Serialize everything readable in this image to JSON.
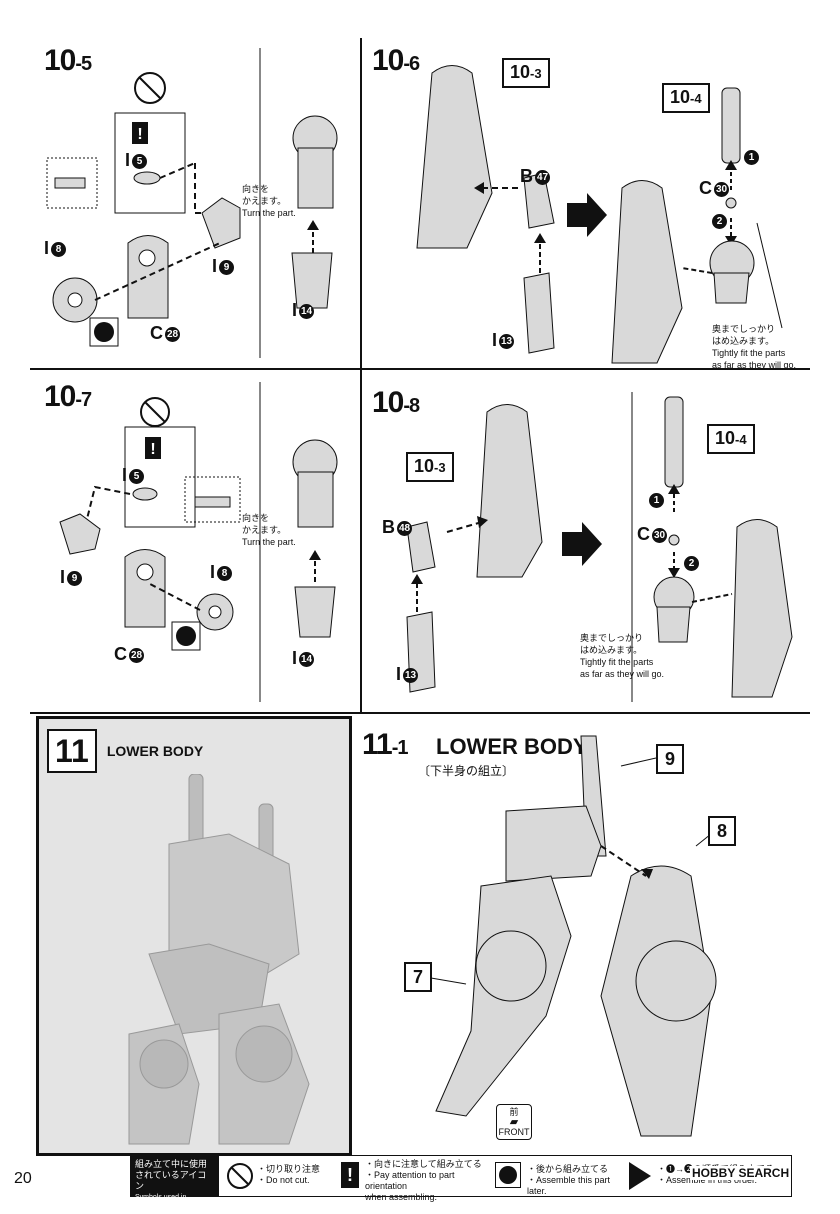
{
  "steps": {
    "s10_5": {
      "num": "10",
      "sub": "-5"
    },
    "s10_6": {
      "num": "10",
      "sub": "-6"
    },
    "s10_7": {
      "num": "10",
      "sub": "-7"
    },
    "s10_8": {
      "num": "10",
      "sub": "-8"
    },
    "s11": {
      "num": "11",
      "title": "LOWER BODY"
    },
    "s11_1": {
      "num": "11",
      "sub": "-1",
      "title": "LOWER BODY",
      "jp_title": "〔下半身の組立〕"
    }
  },
  "parts": {
    "I5": {
      "letter": "I",
      "num": "5"
    },
    "I8": {
      "letter": "I",
      "num": "8"
    },
    "I9": {
      "letter": "I",
      "num": "9"
    },
    "I13": {
      "letter": "I",
      "num": "13"
    },
    "I14": {
      "letter": "I",
      "num": "14"
    },
    "C28": {
      "letter": "C",
      "num": "28"
    },
    "C30": {
      "letter": "C",
      "num": "30"
    },
    "B47": {
      "letter": "B",
      "num": "47"
    },
    "B48": {
      "letter": "B",
      "num": "48"
    }
  },
  "refs": {
    "r10_3": {
      "num": "10",
      "sub": "-3"
    },
    "r10_4": {
      "num": "10",
      "sub": "-4"
    }
  },
  "order": {
    "one": "1",
    "two": "2"
  },
  "notes": {
    "turn_jp_1": "向きを",
    "turn_jp_2": "かえます。",
    "turn_en": "Turn the part.",
    "fit_jp_1": "奥までしっかり",
    "fit_jp_2": "はめ込みます。",
    "fit_en_1": "Tightly fit the parts",
    "fit_en_2": "as far as they will go."
  },
  "callouts": {
    "c7": "7",
    "c8": "8",
    "c9": "9"
  },
  "front": {
    "jp": "前",
    "en": "FRONT"
  },
  "legend": {
    "title_jp_1": "組み立て中に使用",
    "title_jp_2": "されているアイコン",
    "title_en": "Symbols used in instructions",
    "nocut_jp": "・切り取り注意",
    "nocut_en": "・Do not cut.",
    "orient_jp": "・向きに注意して組み立てる",
    "orient_en_1": "・Pay attention to part orientation",
    "orient_en_2": "when assembling.",
    "later_jp": "・後から組み立てる",
    "later_en": "・Assemble this part later.",
    "order_jp": "・❶→❷の順番で組み立てる",
    "order_en": "・Assemble in this order."
  },
  "page_number": "20",
  "brand": "HOBBY SEARCH",
  "colors": {
    "ink": "#111111",
    "part_fill": "#d9d9d9",
    "photo_bg": "#e4e4e4"
  }
}
